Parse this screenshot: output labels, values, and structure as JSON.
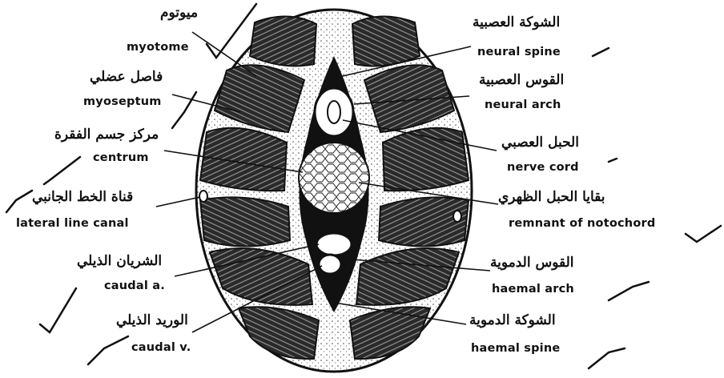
{
  "labels": {
    "myotome": {
      "ar": "ميوتوم",
      "en": "myotome"
    },
    "myoseptum": {
      "ar": "فاصل عضلي",
      "en": "myoseptum"
    },
    "centrum": {
      "ar": "مركز جسم الفقرة",
      "en": "centrum"
    },
    "lateral_line_canal": {
      "ar": "قناة الخط الجانبي",
      "en": "lateral line canal"
    },
    "caudal_artery": {
      "ar": "الشريان الذيلي",
      "en": "caudal a."
    },
    "caudal_vein": {
      "ar": "الوريد الذيلي",
      "en": "caudal v."
    },
    "neural_spine": {
      "ar": "الشوكة العصبية",
      "en": "neural spine"
    },
    "neural_arch": {
      "ar": "القوس العصبية",
      "en": "neural arch"
    },
    "nerve_cord": {
      "ar": "الحبل العصبي",
      "en": "nerve cord"
    },
    "notochord_remnant": {
      "ar": "بقايا الحبل الظهري",
      "en": "remnant of notochord"
    },
    "haemal_arch": {
      "ar": "القوس الدموية",
      "en": "haemal arch"
    },
    "haemal_spine": {
      "ar": "الشوكة الدموية",
      "en": "haemal spine"
    }
  }
}
